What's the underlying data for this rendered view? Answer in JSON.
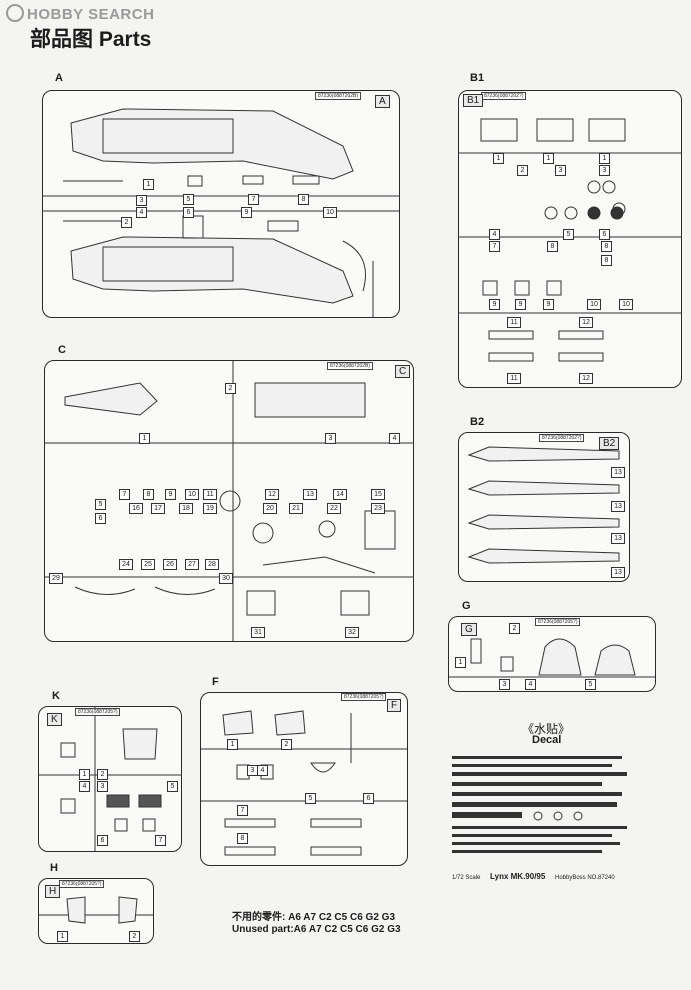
{
  "watermark": "HOBBY SEARCH",
  "header": {
    "title": "部品图  Parts"
  },
  "sprues": [
    {
      "id": "A",
      "label": "A",
      "code": "87236(0887202B)",
      "tag": "A",
      "parts": [
        "3",
        "4",
        "2",
        "1",
        "5",
        "6",
        "7",
        "8",
        "9",
        "10"
      ]
    },
    {
      "id": "B1",
      "label": "B1",
      "code": "87236(0887202?)",
      "tag": "B1",
      "parts": [
        "1",
        "1",
        "1",
        "2",
        "3",
        "3",
        "4",
        "5",
        "6",
        "7",
        "8",
        "8",
        "8",
        "9",
        "9",
        "9",
        "10",
        "10",
        "11",
        "12",
        "12",
        "11"
      ]
    },
    {
      "id": "C",
      "label": "C",
      "code": "87236(0887202B)",
      "tag": "C",
      "parts": [
        "1",
        "2",
        "3",
        "4",
        "5",
        "6",
        "7",
        "8",
        "9",
        "10",
        "11",
        "12",
        "13",
        "14",
        "15",
        "16",
        "17",
        "18",
        "19",
        "20",
        "21",
        "22",
        "23",
        "24",
        "25",
        "26",
        "27",
        "28",
        "29",
        "30",
        "31",
        "32"
      ]
    },
    {
      "id": "B2",
      "label": "B2",
      "code": "87236(0887202?)",
      "tag": "B2",
      "parts": [
        "13",
        "13",
        "13",
        "13"
      ]
    },
    {
      "id": "G",
      "label": "G",
      "code": "87236(0887205?)",
      "tag": "G",
      "parts": [
        "1",
        "2",
        "3",
        "4",
        "5"
      ]
    },
    {
      "id": "K",
      "label": "K",
      "code": "87236(0887205?)",
      "tag": "K",
      "parts": [
        "1",
        "2",
        "3",
        "4",
        "5",
        "6",
        "7"
      ]
    },
    {
      "id": "F",
      "label": "F",
      "code": "87236(0887205?)",
      "tag": "F",
      "parts": [
        "1",
        "2",
        "3",
        "4",
        "5",
        "6",
        "7",
        "8"
      ]
    },
    {
      "id": "H",
      "label": "H",
      "code": "87236(0887205?)",
      "tag": "H",
      "parts": [
        "1",
        "2"
      ]
    }
  ],
  "decal": {
    "title_cn": "《水贴》",
    "title_en": "Decal",
    "scale": "1/72 Scale",
    "model": "Lynx MK.90/95",
    "brand": "HobbyBoss NO.87240"
  },
  "unused": {
    "cn": "不用的零件:  A6 A7 C2 C5 C6 G2 G3",
    "en": "Unused part:A6 A7 C2 C5 C6 G2 G3"
  }
}
